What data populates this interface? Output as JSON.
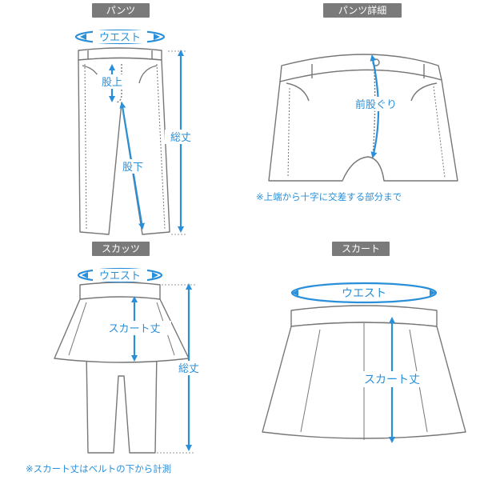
{
  "panels": {
    "pants": {
      "title": "パンツ",
      "labels": {
        "waist": "ウエスト",
        "rise": "股上",
        "inseam": "股下",
        "length": "総丈"
      }
    },
    "pants_detail": {
      "title": "パンツ詳細",
      "labels": {
        "front_rise": "前股ぐり"
      },
      "note": "※上端から十字に交差する部分まで"
    },
    "skirt_pants": {
      "title": "スカッツ",
      "labels": {
        "waist": "ウエスト",
        "skirt_length": "スカート丈",
        "length": "総丈"
      },
      "note": "※スカート丈はベルトの下から計測"
    },
    "skirt": {
      "title": "スカート",
      "labels": {
        "waist": "ウエスト",
        "skirt_length": "スカート丈"
      }
    }
  },
  "colors": {
    "accent": "#2a8fd9",
    "line": "#777777",
    "tag_bg": "#7a7a7a"
  }
}
